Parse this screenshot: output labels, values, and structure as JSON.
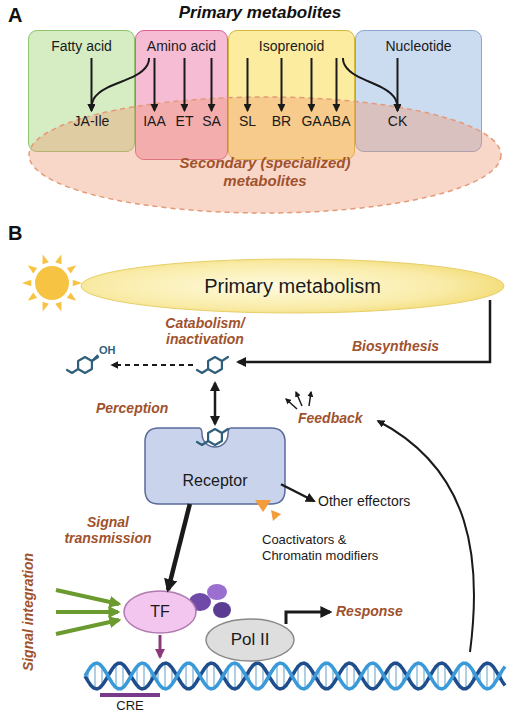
{
  "diagram": {
    "title": "Primary metabolites",
    "nodes": [
      {
        "text": [
          "Fatty acid"
        ]
      },
      {
        "text": [
          "Amino acid"
        ]
      },
      {
        "text": [
          "Isoprenoid"
        ]
      },
      {
        "text": [
          "Nucleotide"
        ]
      },
      {
        "text": [
          "JA-Ile"
        ],
        "in": 0
      },
      {
        "text": [
          "IAA"
        ],
        "in": 1
      },
      {
        "text": [
          "ET"
        ],
        "in": 1
      },
      {
        "text": [
          "SA"
        ],
        "in": 1
      },
      {
        "text": [
          "SL"
        ],
        "in": 2
      },
      {
        "text": [
          "BR"
        ],
        "in": 2
      },
      {
        "text": [
          "GA"
        ],
        "in": 2
      },
      {
        "text": [
          "ABA"
        ],
        "in": 2
      },
      {
        "text": [
          "CK"
        ],
        "in": 3
      },
      {
        "text": [
          "Secondary (specialized) metabolites"
        ]
      },
      {
        "text": [
          "Primary metabolism"
        ]
      },
      {
        "text": [
          "Receptor"
        ]
      },
      {
        "text": [
          "Other effectors"
        ]
      },
      {
        "text": [
          "TF"
        ]
      },
      {
        "text": [
          "Pol II"
        ]
      }
    ],
    "edges": [
      {
        "from": 0,
        "to": 4,
        "arrow": "to"
      },
      {
        "from": 1,
        "to": 4,
        "arrow": "to"
      },
      {
        "from": 1,
        "to": 5,
        "arrow": "to"
      },
      {
        "from": 1,
        "to": 6,
        "arrow": "to"
      },
      {
        "from": 1,
        "to": 7,
        "arrow": "to"
      },
      {
        "from": 2,
        "to": 8,
        "arrow": "to"
      },
      {
        "from": 2,
        "to": 9,
        "arrow": "to"
      },
      {
        "from": 2,
        "to": 10,
        "arrow": "to"
      },
      {
        "from": 2,
        "to": 11,
        "arrow": "to"
      },
      {
        "from": 3,
        "to": 12,
        "arrow": "to"
      },
      {
        "from": 2,
        "to": 12,
        "arrow": "to"
      },
      {
        "from": 15,
        "to": 17,
        "arrow": "to"
      },
      {
        "from": 15,
        "to": 16,
        "arrow": "to"
      }
    ],
    "labels": [
      "A",
      "B",
      "Catabolism/ inactivation",
      "Biosynthesis",
      "OH",
      "Perception",
      "Feedback",
      "Signal transmission",
      "Signal integration",
      "Coactivators & Chromatin modifiers",
      "Response",
      "CRE"
    ]
  }
}
